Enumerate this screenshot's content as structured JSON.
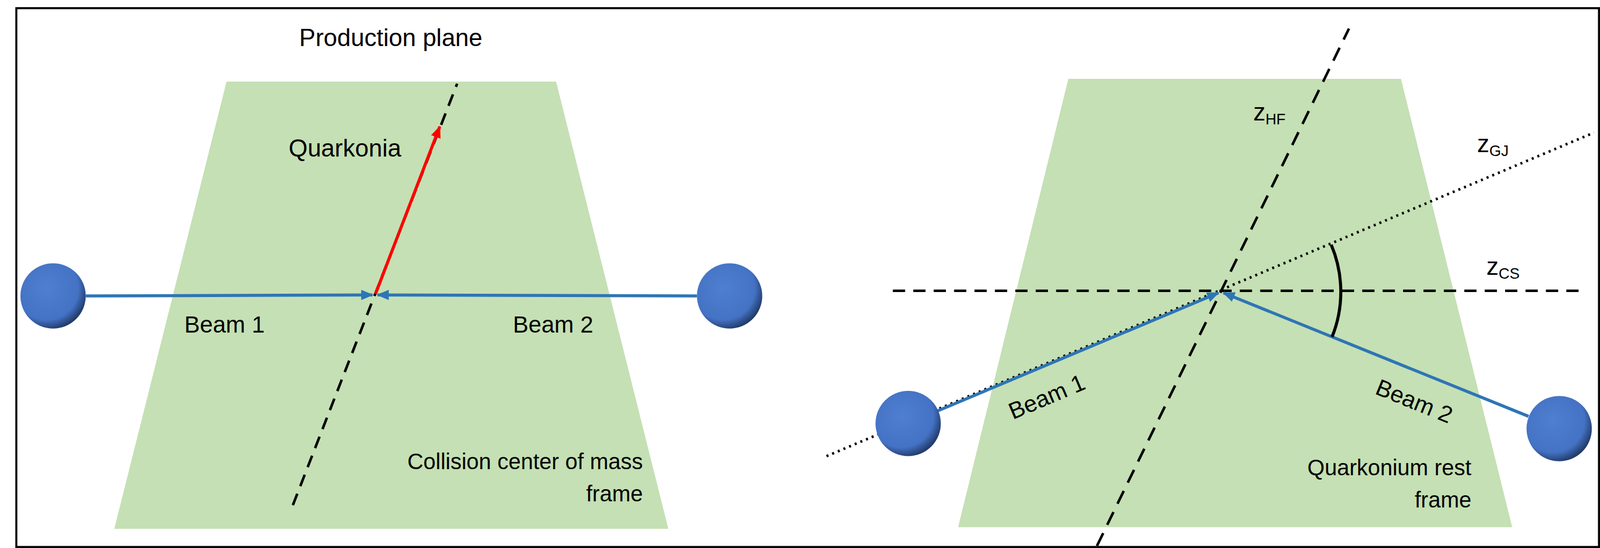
{
  "diagram": {
    "title": "Production plane",
    "nodes": [
      {
        "text": [
          "Collision center of mass frame"
        ]
      },
      {
        "text": [
          "Quarkonium rest frame"
        ]
      }
    ],
    "labels": [
      "Quarkonia",
      "Beam 1",
      "Beam 2",
      "zHF",
      "zGJ",
      "zCS",
      "Beam 1",
      "Beam 2"
    ]
  }
}
